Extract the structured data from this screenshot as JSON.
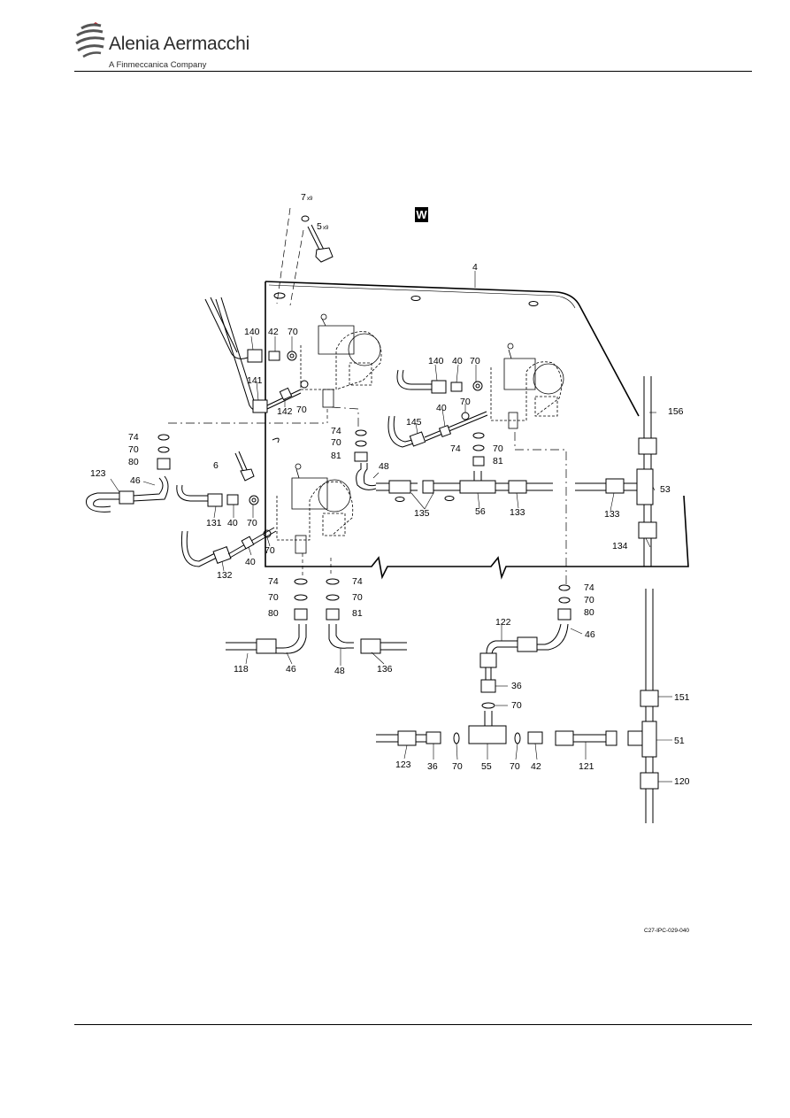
{
  "header": {
    "brand": "Alenia Aermacchi",
    "tagline": "A Finmeccanica Company"
  },
  "figure": {
    "view_badge": "W",
    "drawing_code": "C27-IPC-029-040",
    "callouts": [
      {
        "id": "c7",
        "text": "7"
      },
      {
        "id": "c7q",
        "text": "x9"
      },
      {
        "id": "c5",
        "text": "5"
      },
      {
        "id": "c5q",
        "text": "x9"
      },
      {
        "id": "c4",
        "text": "4"
      },
      {
        "id": "c140a",
        "text": "140"
      },
      {
        "id": "c42a",
        "text": "42"
      },
      {
        "id": "c70a",
        "text": "70"
      },
      {
        "id": "c141",
        "text": "141"
      },
      {
        "id": "c142",
        "text": "142"
      },
      {
        "id": "c70b",
        "text": "70"
      },
      {
        "id": "c140b",
        "text": "140"
      },
      {
        "id": "c40a",
        "text": "40"
      },
      {
        "id": "c70c",
        "text": "70"
      },
      {
        "id": "c156",
        "text": "156"
      },
      {
        "id": "c145",
        "text": "145"
      },
      {
        "id": "c40b",
        "text": "40"
      },
      {
        "id": "c70d",
        "text": "70"
      },
      {
        "id": "c74a",
        "text": "74"
      },
      {
        "id": "c70e",
        "text": "70"
      },
      {
        "id": "c81a",
        "text": "81"
      },
      {
        "id": "c74b",
        "text": "74"
      },
      {
        "id": "c70f",
        "text": "70"
      },
      {
        "id": "c81b",
        "text": "81"
      },
      {
        "id": "c48a",
        "text": "48"
      },
      {
        "id": "c74c",
        "text": "74"
      },
      {
        "id": "c70g",
        "text": "70"
      },
      {
        "id": "c80a",
        "text": "80"
      },
      {
        "id": "c6",
        "text": "6"
      },
      {
        "id": "c123a",
        "text": "123"
      },
      {
        "id": "c46a",
        "text": "46"
      },
      {
        "id": "c53",
        "text": "53"
      },
      {
        "id": "c135",
        "text": "135"
      },
      {
        "id": "c56",
        "text": "56"
      },
      {
        "id": "c133a",
        "text": "133"
      },
      {
        "id": "c133b",
        "text": "133"
      },
      {
        "id": "c134",
        "text": "134"
      },
      {
        "id": "c131",
        "text": "131"
      },
      {
        "id": "c40c",
        "text": "40"
      },
      {
        "id": "c70h",
        "text": "70"
      },
      {
        "id": "c132",
        "text": "132"
      },
      {
        "id": "c40d",
        "text": "40"
      },
      {
        "id": "c70i",
        "text": "70"
      },
      {
        "id": "c74d",
        "text": "74"
      },
      {
        "id": "c70j",
        "text": "70"
      },
      {
        "id": "c80b",
        "text": "80"
      },
      {
        "id": "c74e",
        "text": "74"
      },
      {
        "id": "c70k",
        "text": "70"
      },
      {
        "id": "c81c",
        "text": "81"
      },
      {
        "id": "c74f",
        "text": "74"
      },
      {
        "id": "c70l",
        "text": "70"
      },
      {
        "id": "c80c",
        "text": "80"
      },
      {
        "id": "c118",
        "text": "118"
      },
      {
        "id": "c46b",
        "text": "46"
      },
      {
        "id": "c48b",
        "text": "48"
      },
      {
        "id": "c136",
        "text": "136"
      },
      {
        "id": "c122",
        "text": "122"
      },
      {
        "id": "c46c",
        "text": "46"
      },
      {
        "id": "c36a",
        "text": "36"
      },
      {
        "id": "c70m",
        "text": "70"
      },
      {
        "id": "c151",
        "text": "151"
      },
      {
        "id": "c51",
        "text": "51"
      },
      {
        "id": "c123b",
        "text": "123"
      },
      {
        "id": "c36b",
        "text": "36"
      },
      {
        "id": "c70n",
        "text": "70"
      },
      {
        "id": "c55",
        "text": "55"
      },
      {
        "id": "c70o",
        "text": "70"
      },
      {
        "id": "c42b",
        "text": "42"
      },
      {
        "id": "c121",
        "text": "121"
      },
      {
        "id": "c120",
        "text": "120"
      }
    ]
  }
}
